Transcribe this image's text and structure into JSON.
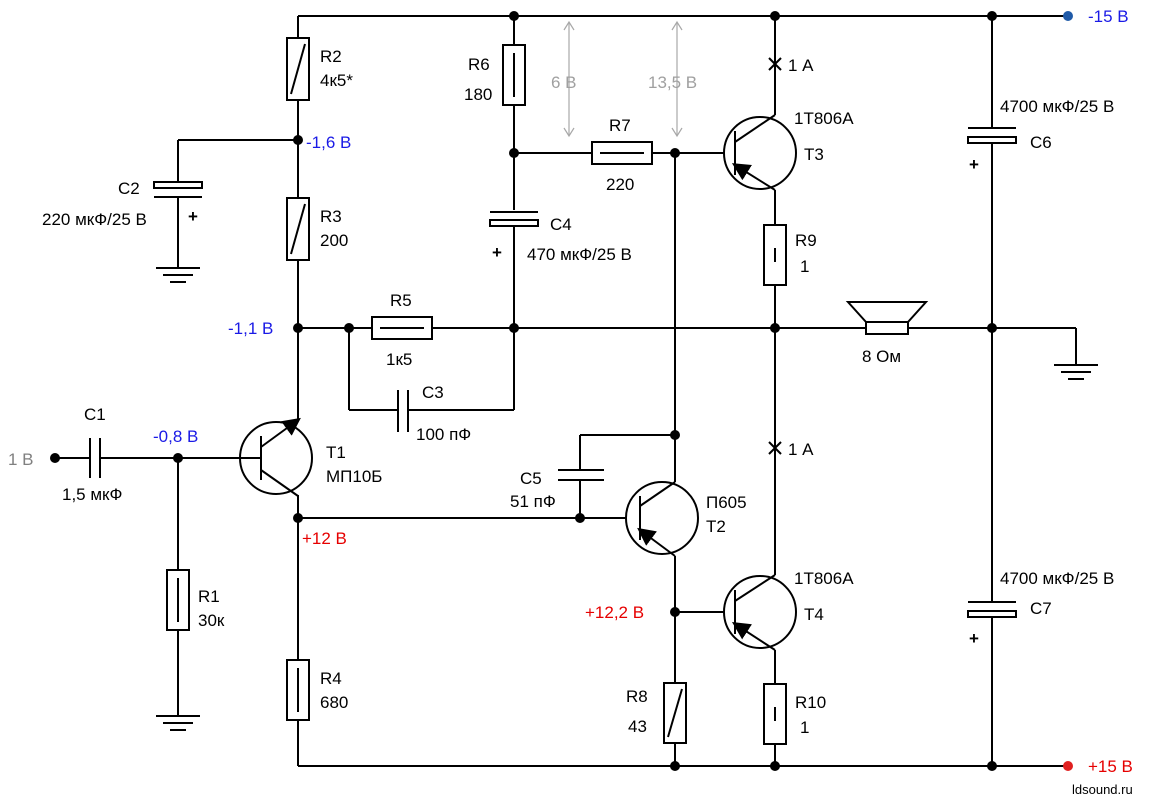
{
  "colors": {
    "voltage_negative": "#1a1ae6",
    "voltage_positive": "#e60000",
    "input_level": "#808080",
    "annotation": "#a0a0a0",
    "rail_negative_terminal": "#1f5aa8",
    "rail_positive_terminal": "#e02020"
  },
  "rails": {
    "negative": "-15 В",
    "positive": "+15 В"
  },
  "input": {
    "level": "1 В"
  },
  "components": {
    "R1": {
      "name": "R1",
      "value": "30к"
    },
    "R2": {
      "name": "R2",
      "value": "4к5*"
    },
    "R3": {
      "name": "R3",
      "value": "200"
    },
    "R4": {
      "name": "R4",
      "value": "680"
    },
    "R5": {
      "name": "R5",
      "value": "1к5"
    },
    "R6": {
      "name": "R6",
      "value": "180"
    },
    "R7": {
      "name": "R7",
      "value": "220"
    },
    "R8": {
      "name": "R8",
      "value": "43"
    },
    "R9": {
      "name": "R9",
      "value": "1"
    },
    "R10": {
      "name": "R10",
      "value": "1"
    },
    "C1": {
      "name": "C1",
      "value": "1,5 мкФ"
    },
    "C2": {
      "name": "C2",
      "value": "220 мкФ/25 В"
    },
    "C3": {
      "name": "C3",
      "value": "100 пФ"
    },
    "C4": {
      "name": "C4",
      "value": "470 мкФ/25 В"
    },
    "C5": {
      "name": "C5",
      "value": "51 пФ"
    },
    "C6": {
      "name": "C6",
      "value": "4700 мкФ/25 В"
    },
    "C7": {
      "name": "C7",
      "value": "4700 мкФ/25 В"
    },
    "T1": {
      "name": "T1",
      "type": "МП10Б"
    },
    "T2": {
      "name": "T2",
      "type": "П605"
    },
    "T3": {
      "name": "T3",
      "type": "1Т806А"
    },
    "T4": {
      "name": "T4",
      "type": "1Т806А"
    },
    "speaker": {
      "value": "8 Ом"
    }
  },
  "voltages": {
    "r2_r3_node": "-1,6 В",
    "output_node": "-1,1 В",
    "t1_base": "-0,8 В",
    "t1_collector": "+12 В",
    "t2_emitter": "+12,2 В"
  },
  "currents": {
    "t3": "1 А",
    "t4": "1 А"
  },
  "annotations": {
    "r6_drop": "6 В",
    "r7_drop": "13,5 В"
  },
  "plus_mark": "+",
  "watermark": "ldsound.ru"
}
